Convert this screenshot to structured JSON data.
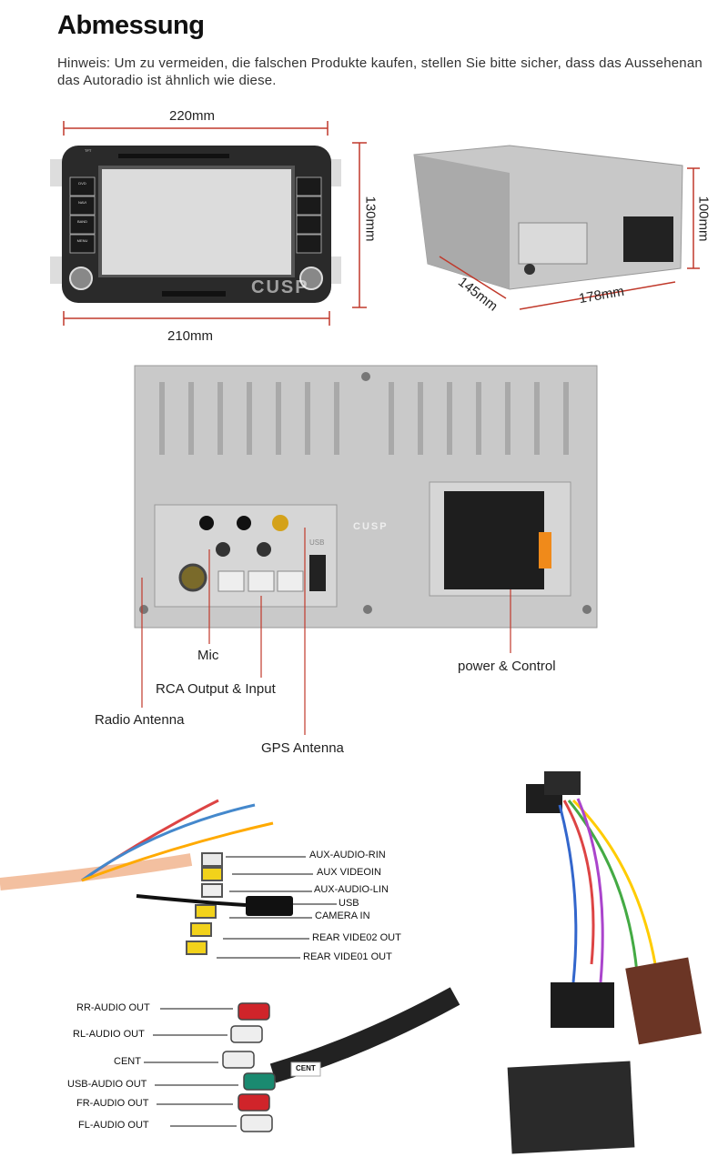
{
  "header": {
    "title": "Abmessung",
    "hint": "Hinweis: Um zu vermeiden, die falschen Produkte kaufen, stellen Sie bitte sicher, dass das Aussehenan das Autoradio ist ähnlich wie diese."
  },
  "dimensions": {
    "front_top_width": "220mm",
    "front_bottom_width": "210mm",
    "front_height": "130mm",
    "back_height": "100mm",
    "back_depth": "145mm",
    "back_width": "178mm"
  },
  "radio_front": {
    "left_buttons": [
      "DVD",
      "NAVI",
      "BAND",
      "MENU"
    ],
    "top_button": "TFT",
    "brand": "CUSP"
  },
  "rear_panel": {
    "brand": "CUSP",
    "labels": {
      "mic": "Mic",
      "rca": "RCA Output & Input",
      "radio_antenna": "Radio Antenna",
      "gps_antenna": "GPS Antenna",
      "power": "power & Control",
      "usb": "USB"
    }
  },
  "cable_top_labels": [
    "AUX-AUDIO-RIN",
    "AUX VIDEOIN",
    "AUX-AUDIO-LIN",
    "USB",
    "CAMERA IN",
    "REAR VIDE02 OUT",
    "REAR VIDE01 OUT"
  ],
  "cable_bottom_labels": [
    "RR-AUDIO OUT",
    "RL-AUDIO OUT",
    "CENT",
    "USB-AUDIO OUT",
    "FR-AUDIO OUT",
    "FL-AUDIO OUT"
  ],
  "cable_tag": "CENT",
  "colors": {
    "dimension_line": "#c0392b",
    "panel": "#c9c9c9",
    "yellow": "#f2d21b",
    "red": "#d0242a",
    "green": "#1a8a70"
  }
}
